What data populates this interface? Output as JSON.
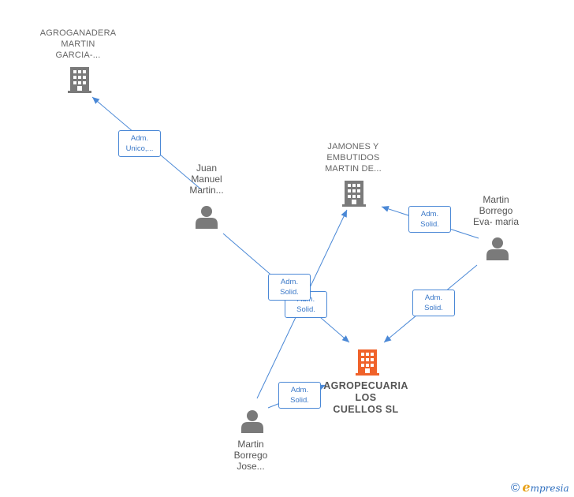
{
  "nodes": {
    "agroganadera": {
      "lines": [
        "AGROGANADERA",
        "MARTIN",
        "GARCIA-..."
      ]
    },
    "jamones": {
      "lines": [
        "JAMONES Y",
        "EMBUTIDOS",
        "MARTIN DE..."
      ]
    },
    "agropecuaria": {
      "lines": [
        "AGROPECUARIA",
        "LOS",
        "CUELLOS  SL"
      ]
    },
    "juan": {
      "lines": [
        "Juan",
        "Manuel",
        "Martin..."
      ]
    },
    "eva": {
      "lines": [
        "Martin",
        "Borrego",
        "Eva- maria"
      ]
    },
    "jose": {
      "lines": [
        "Martin",
        "Borrego",
        "Jose..."
      ]
    }
  },
  "edges": [
    {
      "line1": "Adm.",
      "line2": "Unico,..."
    },
    {
      "line1": "Adm.",
      "line2": "Solid."
    },
    {
      "line1": "Adm.",
      "line2": "Solid."
    },
    {
      "line1": "Adm.",
      "line2": "Solid."
    },
    {
      "line1": "Adm.",
      "line2": "Solid."
    },
    {
      "line1": "Adm.",
      "line2": "Solid."
    }
  ],
  "colors": {
    "company": "#7a7a7a",
    "main_company": "#f0622a",
    "person": "#7a7a7a",
    "edge": "#4a88d6"
  },
  "brand": {
    "copyright": "©",
    "e": "e",
    "rest": "mpresia"
  }
}
